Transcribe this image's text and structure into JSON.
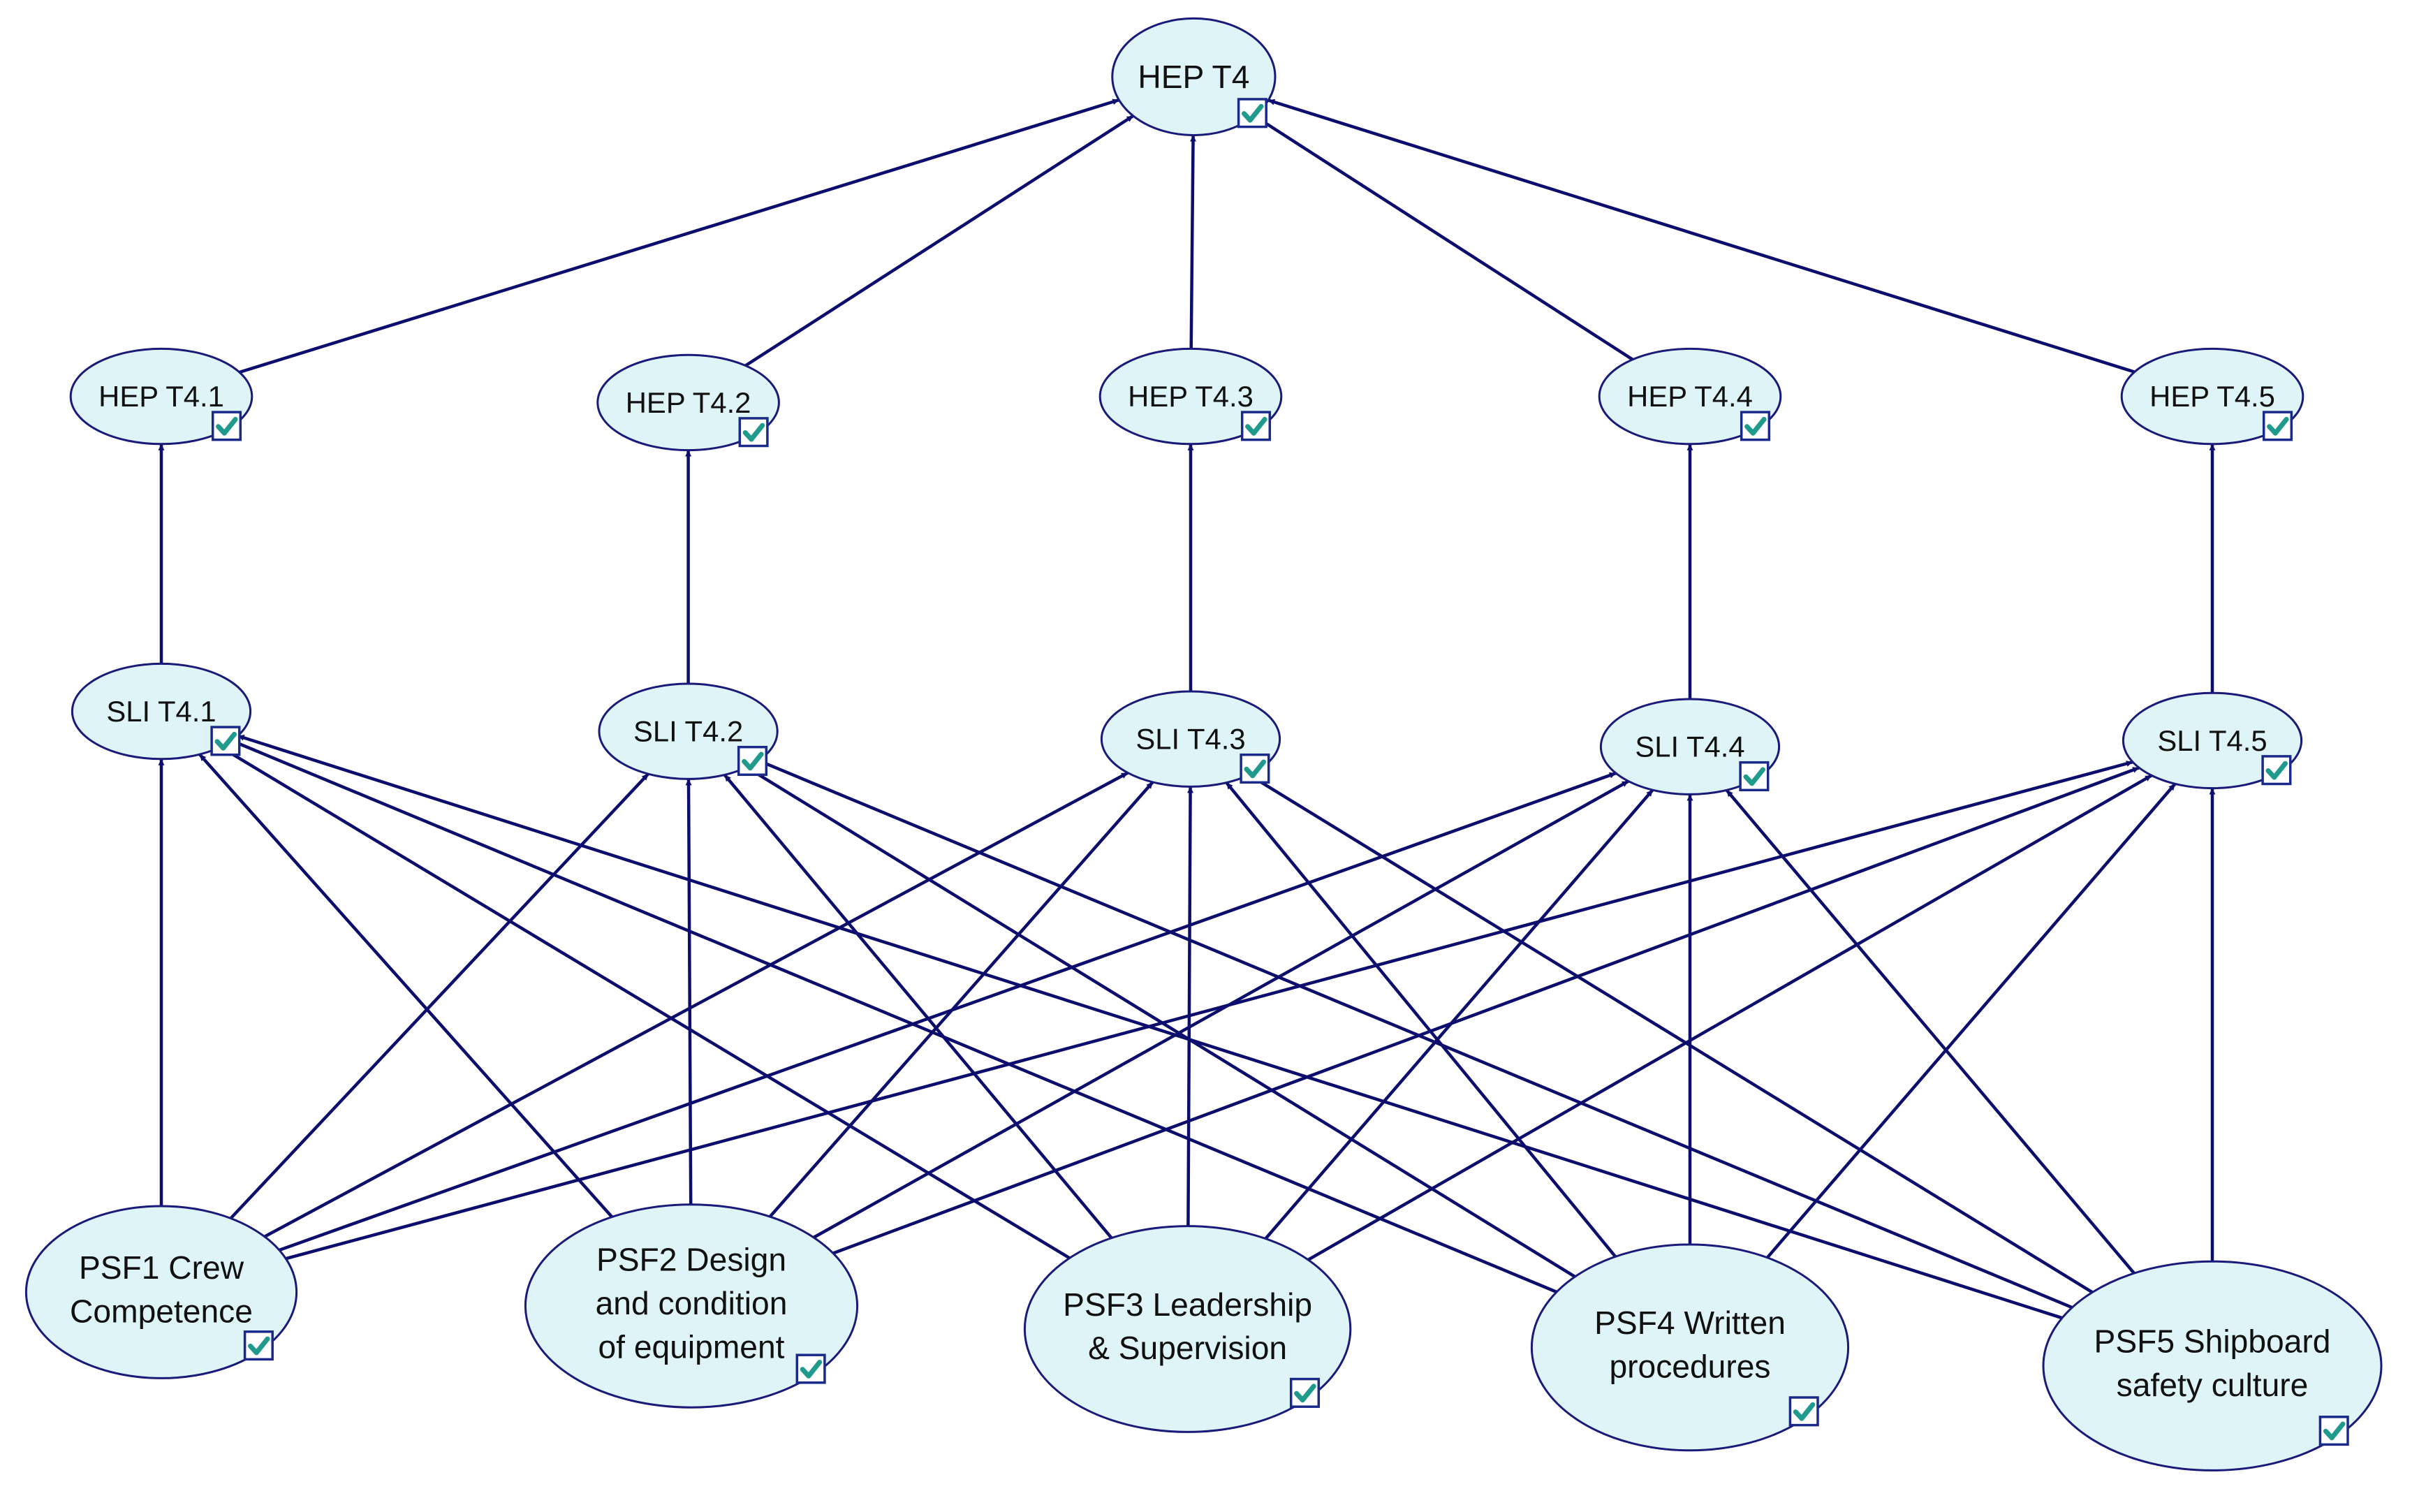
{
  "colors": {
    "node_fill": "#dff4f6",
    "node_stroke": "#1a1a7a",
    "edge": "#0d0d6e",
    "check_box": "#1a2a8a",
    "check_mark": "#1f9a8c"
  },
  "check_icon": "checkbox-checked-icon",
  "nodes": [
    {
      "id": "hep-t4",
      "lines": [
        "HEP T4"
      ]
    },
    {
      "id": "hep-t4-1",
      "lines": [
        "HEP T4.1"
      ]
    },
    {
      "id": "hep-t4-2",
      "lines": [
        "HEP T4.2"
      ]
    },
    {
      "id": "hep-t4-3",
      "lines": [
        "HEP T4.3"
      ]
    },
    {
      "id": "hep-t4-4",
      "lines": [
        "HEP T4.4"
      ]
    },
    {
      "id": "hep-t4-5",
      "lines": [
        "HEP T4.5"
      ]
    },
    {
      "id": "sli-t4-1",
      "lines": [
        "SLI T4.1"
      ]
    },
    {
      "id": "sli-t4-2",
      "lines": [
        "SLI T4.2"
      ]
    },
    {
      "id": "sli-t4-3",
      "lines": [
        "SLI T4.3"
      ]
    },
    {
      "id": "sli-t4-4",
      "lines": [
        "SLI T4.4"
      ]
    },
    {
      "id": "sli-t4-5",
      "lines": [
        "SLI T4.5"
      ]
    },
    {
      "id": "psf1",
      "lines": [
        "PSF1 Crew",
        "Competence"
      ]
    },
    {
      "id": "psf2",
      "lines": [
        "PSF2 Design",
        "and condition",
        "of equipment"
      ]
    },
    {
      "id": "psf3",
      "lines": [
        "PSF3 Leadership",
        "& Supervision"
      ]
    },
    {
      "id": "psf4",
      "lines": [
        "PSF4 Written",
        "procedures"
      ]
    },
    {
      "id": "psf5",
      "lines": [
        "PSF5 Shipboard",
        "safety culture"
      ]
    }
  ],
  "edges": [
    [
      "hep-t4-1",
      "hep-t4"
    ],
    [
      "hep-t4-2",
      "hep-t4"
    ],
    [
      "hep-t4-3",
      "hep-t4"
    ],
    [
      "hep-t4-4",
      "hep-t4"
    ],
    [
      "hep-t4-5",
      "hep-t4"
    ],
    [
      "sli-t4-1",
      "hep-t4-1"
    ],
    [
      "sli-t4-2",
      "hep-t4-2"
    ],
    [
      "sli-t4-3",
      "hep-t4-3"
    ],
    [
      "sli-t4-4",
      "hep-t4-4"
    ],
    [
      "sli-t4-5",
      "hep-t4-5"
    ],
    [
      "psf1",
      "sli-t4-1"
    ],
    [
      "psf1",
      "sli-t4-2"
    ],
    [
      "psf1",
      "sli-t4-3"
    ],
    [
      "psf1",
      "sli-t4-4"
    ],
    [
      "psf1",
      "sli-t4-5"
    ],
    [
      "psf2",
      "sli-t4-1"
    ],
    [
      "psf2",
      "sli-t4-2"
    ],
    [
      "psf2",
      "sli-t4-3"
    ],
    [
      "psf2",
      "sli-t4-4"
    ],
    [
      "psf2",
      "sli-t4-5"
    ],
    [
      "psf3",
      "sli-t4-1"
    ],
    [
      "psf3",
      "sli-t4-2"
    ],
    [
      "psf3",
      "sli-t4-3"
    ],
    [
      "psf3",
      "sli-t4-4"
    ],
    [
      "psf3",
      "sli-t4-5"
    ],
    [
      "psf4",
      "sli-t4-1"
    ],
    [
      "psf4",
      "sli-t4-2"
    ],
    [
      "psf4",
      "sli-t4-3"
    ],
    [
      "psf4",
      "sli-t4-4"
    ],
    [
      "psf4",
      "sli-t4-5"
    ],
    [
      "psf5",
      "sli-t4-1"
    ],
    [
      "psf5",
      "sli-t4-2"
    ],
    [
      "psf5",
      "sli-t4-3"
    ],
    [
      "psf5",
      "sli-t4-4"
    ],
    [
      "psf5",
      "sli-t4-5"
    ]
  ]
}
